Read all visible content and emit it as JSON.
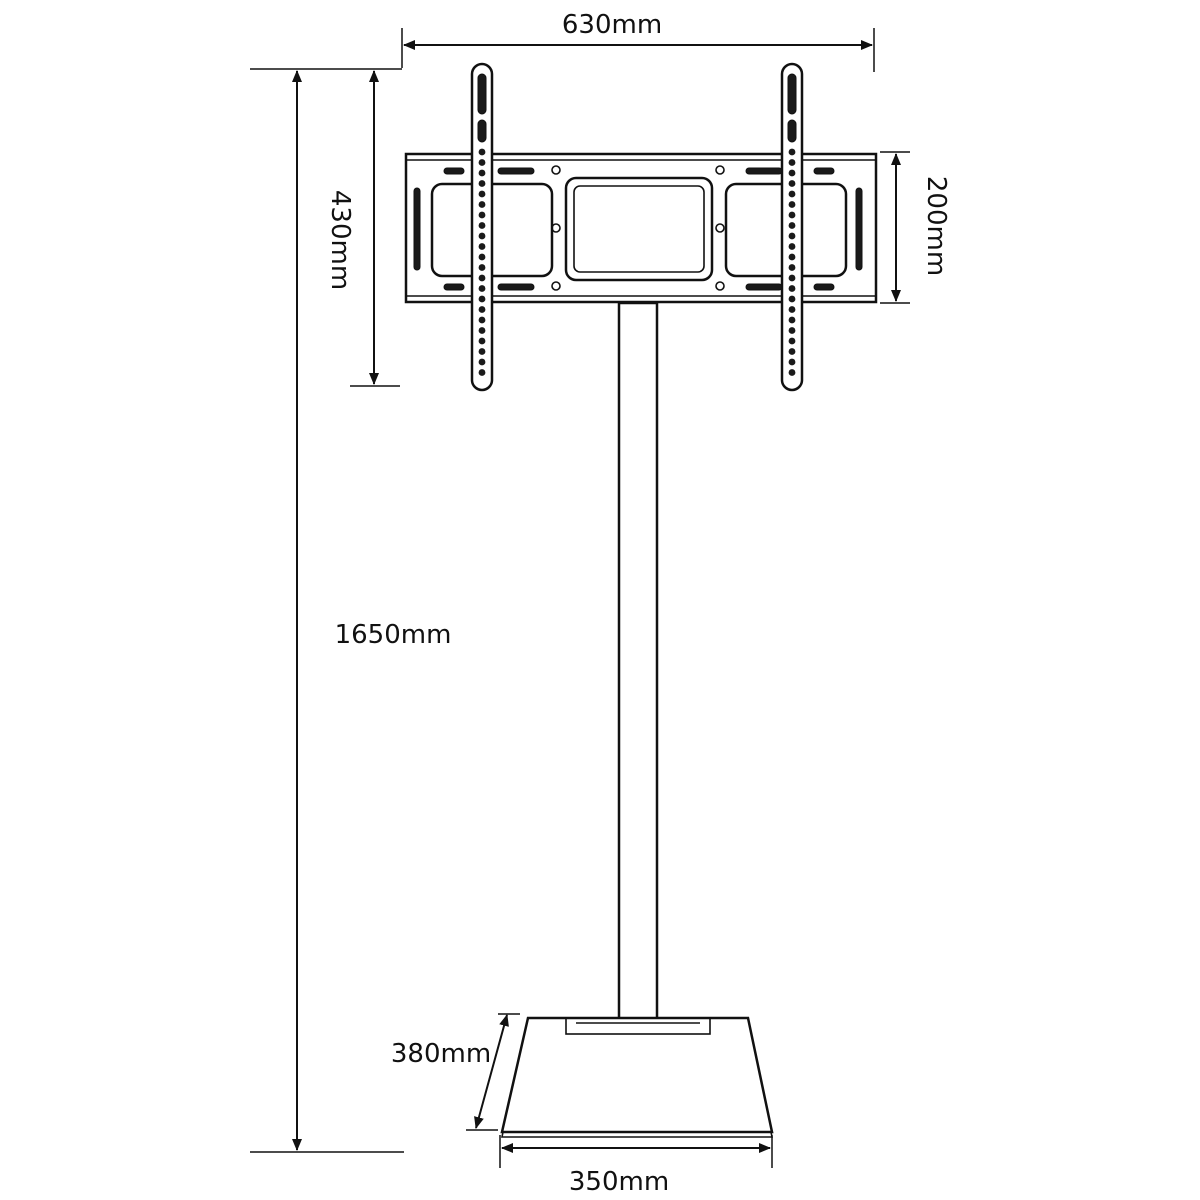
{
  "dimensions": {
    "mount_width": "630mm",
    "bracket_height": "430mm",
    "plate_height": "200mm",
    "total_height": "1650mm",
    "base_depth": "380mm",
    "base_width": "350mm"
  }
}
